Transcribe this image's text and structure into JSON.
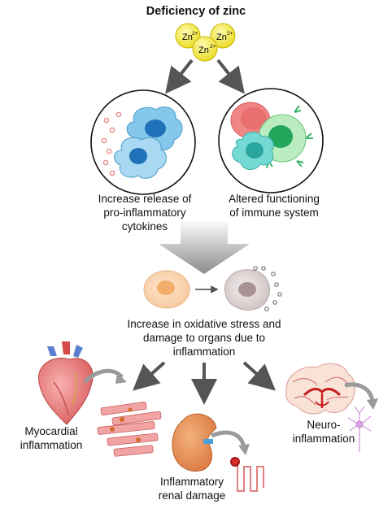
{
  "title": "Deficiency of zinc",
  "zinc_ions": [
    {
      "label": "Zn",
      "charge": "2+"
    },
    {
      "label": "Zn",
      "charge": "2+"
    },
    {
      "label": "Zn",
      "charge": "2+"
    }
  ],
  "branches": {
    "left_line1": "Increase release of",
    "left_line2": "pro-inflammatory",
    "left_line3": "cytokines",
    "right_line1": "Altered functioning",
    "right_line2": "of immune system"
  },
  "center": {
    "line1": "Increase in oxidative stress and",
    "line2": "damage to organs due to",
    "line3": "inflammation"
  },
  "outcomes": {
    "heart_line1": "Myocardial",
    "heart_line2": "inflammation",
    "kidney_line1": "Inflammatory",
    "kidney_line2": "renal damage",
    "brain_line1": "Neuro-",
    "brain_line2": "inflammation"
  },
  "colors": {
    "zinc": "#f5e93a",
    "blue_cell": "#7ec3ea",
    "red_cell": "#ef7b7b",
    "green_cell": "#9be0a5",
    "teal_cell": "#6fd3cf",
    "arrow_gray": "#555555",
    "cytokine_dot": "#e88a8a"
  }
}
